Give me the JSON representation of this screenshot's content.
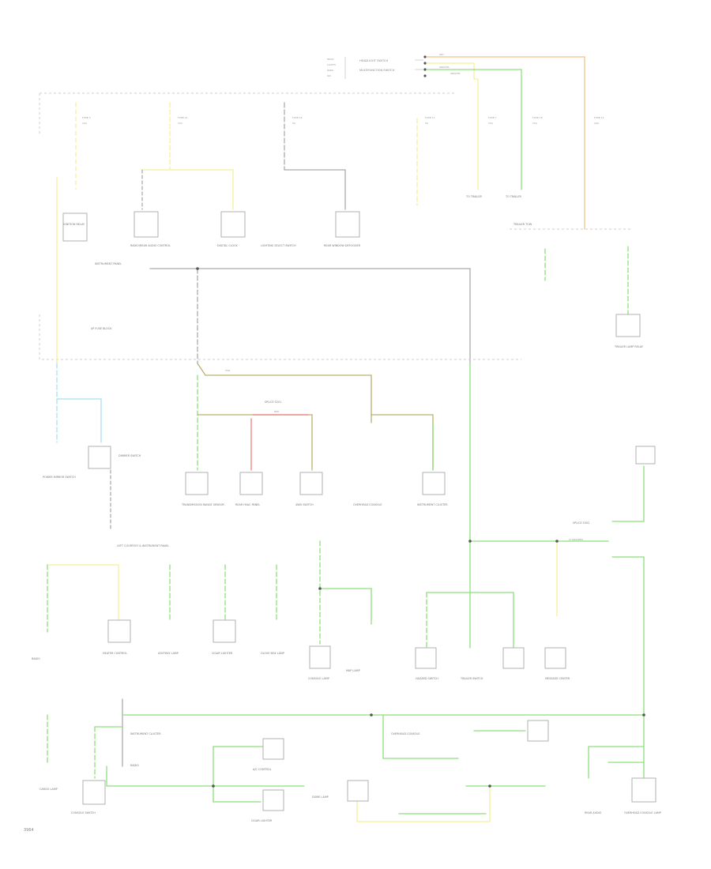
{
  "colors": {
    "green": "#8de07a",
    "yellow": "#f3f19a",
    "blue": "#a7e0f2",
    "red": "#f27c7c",
    "tan": "#b8b070",
    "gray": "#aaaaaa",
    "orange": "#f3c28a"
  },
  "page_number": "3964",
  "top_labels": {
    "switch_stack": [
      "HEAD",
      "LIGHTS",
      "PARK",
      "ON"
    ],
    "headlight_switch": "HEADLIGHT SWITCH",
    "multifunction_switch": "MULTIFUNCTION SWITCH",
    "w1": "GRY",
    "w2": "GRN/YEL",
    "w3": "GRN/YEL"
  },
  "fuses": [
    {
      "id": "fuse-1",
      "name": "FUSE 3",
      "amp": "10A"
    },
    {
      "id": "fuse-2",
      "name": "FUSE 21",
      "amp": "15A"
    },
    {
      "id": "fuse-3",
      "name": "FUSE 14",
      "amp": "5A"
    },
    {
      "id": "fuse-4",
      "name": "FUSE 11",
      "amp": "5A"
    },
    {
      "id": "fuse-5",
      "name": "FUSE 7",
      "amp": "15A"
    },
    {
      "id": "fuse-6",
      "name": "FUSE 18",
      "amp": "15A"
    },
    {
      "id": "fuse-7",
      "name": "FUSE 12",
      "amp": "20A"
    }
  ],
  "upper_components": [
    {
      "id": "c-ignition-relay",
      "label": "IGNITION RELAY"
    },
    {
      "id": "c-cigar-lighter",
      "label": "RADIO/REAR AUDIO CONTROL"
    },
    {
      "id": "c-clock",
      "label": "DIGITAL CLOCK"
    },
    {
      "id": "c-dome",
      "label": "LIGHTING SELECT SWITCH"
    },
    {
      "id": "c-rear-window",
      "label": "REAR WINDOW DEFOGGER"
    },
    {
      "id": "c-trailer-a",
      "label": "TO TRAILER"
    },
    {
      "id": "c-trailer-b",
      "label": "TO TRAILER"
    },
    {
      "id": "c-trailer-pin",
      "label": "TRAILER TOW"
    },
    {
      "id": "c-trailer-relay",
      "label": "TRAILER LAMP RELAY"
    }
  ],
  "mid_components": [
    {
      "id": "m-mirror",
      "label": "POWER MIRROR SWITCH"
    },
    {
      "id": "m-dimmer",
      "label": "DIMMER SWITCH"
    },
    {
      "id": "m-transmission",
      "label": "TRANSMISSION RANGE SENSOR"
    },
    {
      "id": "m-rear-heat",
      "label": "REAR HVAC PANEL"
    },
    {
      "id": "m-4wd",
      "label": "4WD SWITCH"
    },
    {
      "id": "m-overhead",
      "label": "OVERHEAD CONSOLE"
    },
    {
      "id": "m-instrument",
      "label": "INSTRUMENT CLUSTER"
    }
  ],
  "mid_labels": {
    "bus_label": "INSTRUMENT PANEL",
    "ipb": "I/P FUSE BLOCK",
    "splice": "SPLICE S201",
    "lower_bus": "LEFT COURTESY & INSTRUMENT PANEL",
    "right_splice": "SPLICE S302"
  },
  "lower_components": [
    {
      "id": "l-1",
      "label": "RADIO"
    },
    {
      "id": "l-2",
      "label": "HEATER CONTROL"
    },
    {
      "id": "l-3",
      "label": "ASHTRAY LAMP"
    },
    {
      "id": "l-4",
      "label": "CIGAR LIGHTER"
    },
    {
      "id": "l-5",
      "label": "GLOVE BOX LAMP"
    },
    {
      "id": "l-6",
      "label": "CONSOLE LAMP"
    },
    {
      "id": "l-7",
      "label": "MAP LAMP"
    },
    {
      "id": "l-8",
      "label": "HAZARD SWITCH"
    },
    {
      "id": "l-9",
      "label": "TRAILER SWITCH"
    },
    {
      "id": "l-10",
      "label": "MESSAGE CENTER"
    }
  ],
  "bottom_components": [
    {
      "id": "b-1",
      "label": "CARGO LAMP"
    },
    {
      "id": "b-2",
      "label": "CONSOLE SWITCH"
    },
    {
      "id": "b-3",
      "label": "INSTRUMENT CLUSTER"
    },
    {
      "id": "b-4",
      "label": "RADIO"
    },
    {
      "id": "b-5",
      "label": "A/C CONTROL"
    },
    {
      "id": "b-6",
      "label": "CIGAR LIGHTER"
    },
    {
      "id": "b-7",
      "label": "DOME LAMP"
    },
    {
      "id": "b-8",
      "label": "OVERHEAD CONSOLE"
    },
    {
      "id": "b-9",
      "label": "REAR AUDIO"
    },
    {
      "id": "b-10",
      "label": "OVERHEAD CONSOLE LAMP"
    }
  ],
  "wire_tags": {
    "lg_rd": "LT GRN/RED",
    "rd": "RED",
    "tn": "TAN"
  }
}
